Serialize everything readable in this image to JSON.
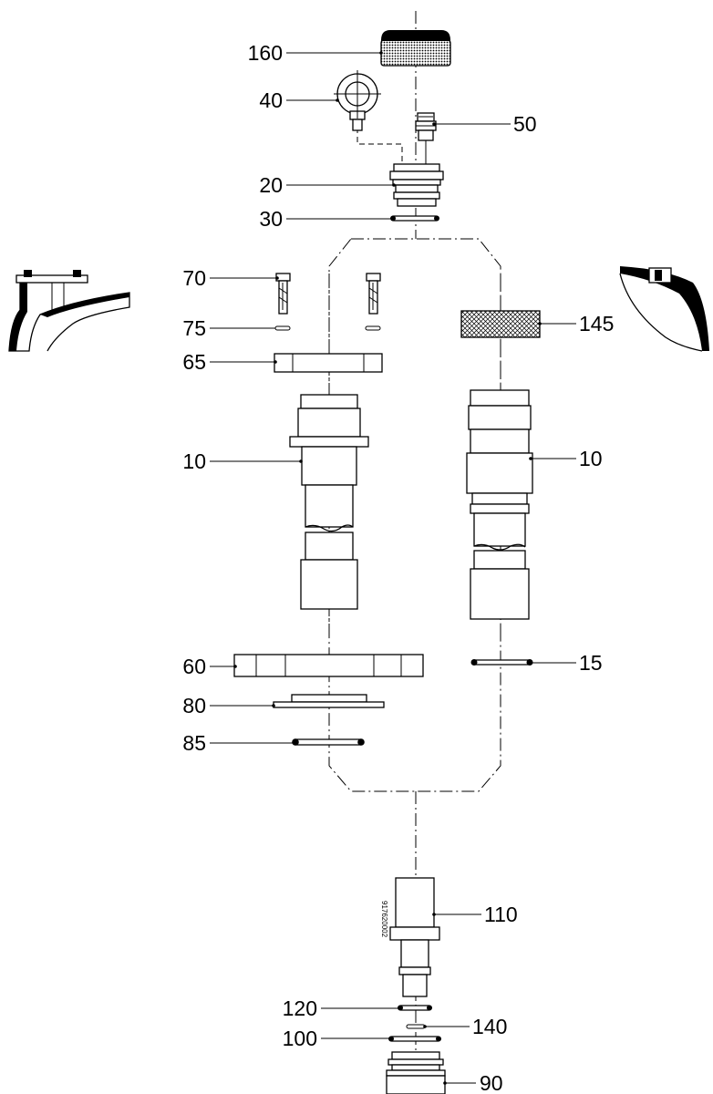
{
  "drawing_code": "917620002",
  "parts": {
    "p160": "160",
    "p40": "40",
    "p50": "50",
    "p20": "20",
    "p30": "30",
    "p70": "70",
    "p75": "75",
    "p65": "65",
    "p145": "145",
    "p10_left": "10",
    "p10_right": "10",
    "p60": "60",
    "p15": "15",
    "p80": "80",
    "p85": "85",
    "p110": "110",
    "p120": "120",
    "p140": "140",
    "p100": "100",
    "p90": "90"
  }
}
